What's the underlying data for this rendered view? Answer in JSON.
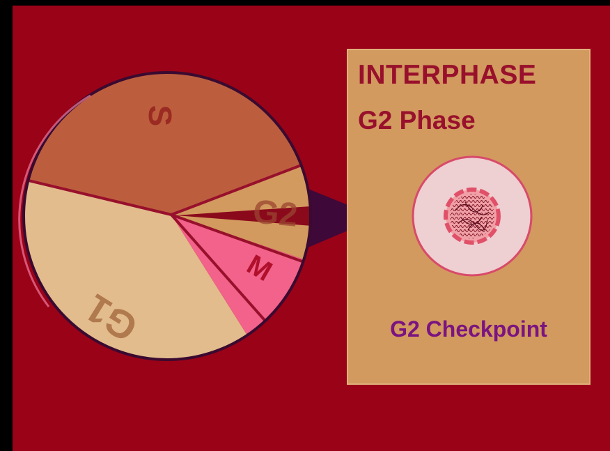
{
  "cycle": {
    "phases": [
      {
        "label": "S"
      },
      {
        "label": "G2"
      },
      {
        "label": "M"
      },
      {
        "label": "G1"
      }
    ]
  },
  "info": {
    "title": "INTERPHASE",
    "phase": "G2 Phase",
    "checkpoint": "G2 Checkpoint"
  },
  "colors": {
    "background": "#9a0218",
    "s_phase": "#bc5e3e",
    "g2_phase": "#d29a5e",
    "m_phase": "#f2628a",
    "g1_phase": "#e2bc8c",
    "box": "#d29a5e",
    "pointer": "#3e0838",
    "cell": "#eecfd2"
  }
}
